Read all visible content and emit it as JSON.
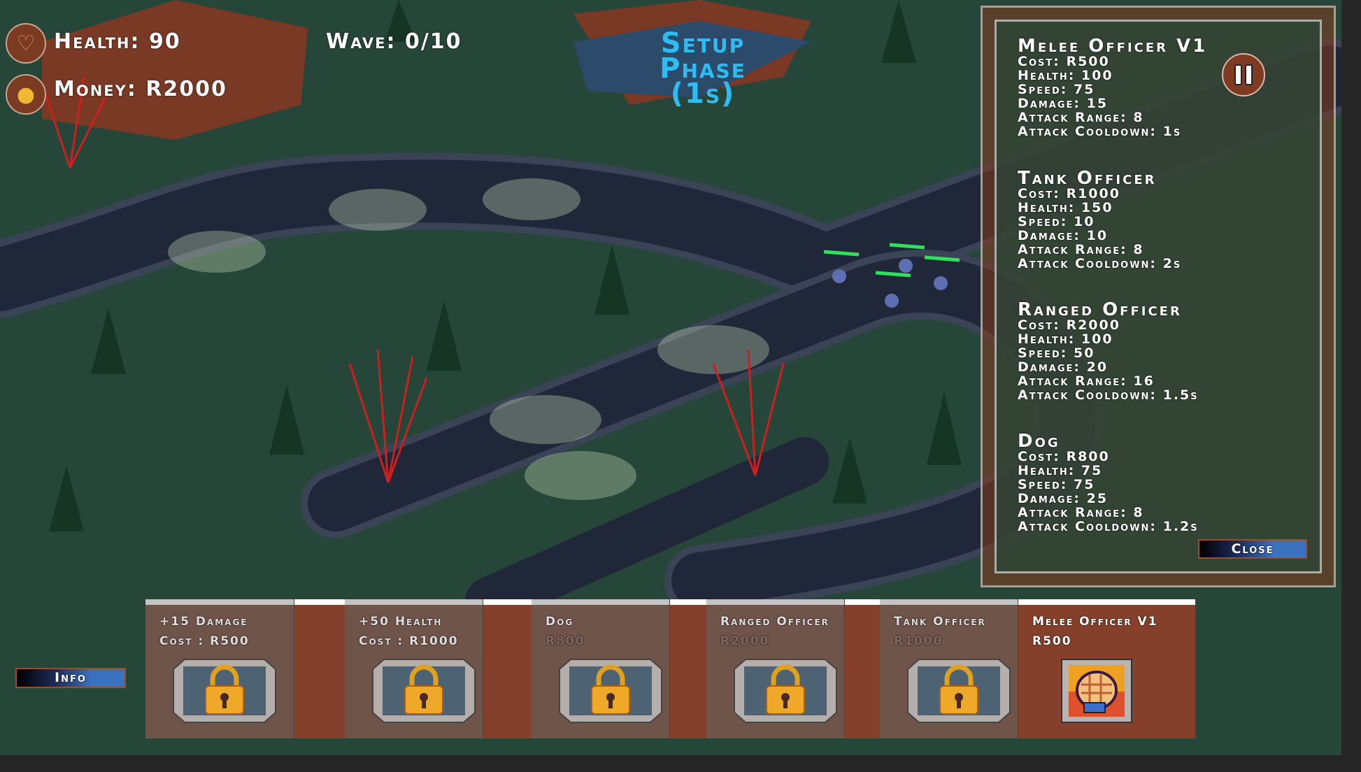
{
  "hud": {
    "health_label": "Health: 90",
    "money_label": "Money: R2000",
    "wave_label": "Wave: 0/10",
    "phase_line1": "Setup",
    "phase_line2": "Phase",
    "phase_timer": "(1s)"
  },
  "info_panel": {
    "units": [
      {
        "name": "Melee Officer V1",
        "stats": [
          "Cost: R500",
          "Health: 100",
          "Speed: 75",
          "Damage: 15",
          "Attack Range: 8",
          "Attack Cooldown: 1s"
        ]
      },
      {
        "name": "Tank Officer",
        "stats": [
          "Cost: R1000",
          "Health: 150",
          "Speed: 10",
          "Damage: 10",
          "Attack Range: 8",
          "Attack Cooldown: 2s"
        ]
      },
      {
        "name": "Ranged Officer",
        "stats": [
          "Cost: R2000",
          "Health: 100",
          "Speed: 50",
          "Damage: 20",
          "Attack Range: 16",
          "Attack Cooldown: 1.5s"
        ]
      },
      {
        "name": "Dog",
        "stats": [
          "Cost: R800",
          "Health: 75",
          "Speed: 75",
          "Damage: 25",
          "Attack Range: 8",
          "Attack Cooldown: 1.2s"
        ]
      }
    ],
    "close_label": "Close"
  },
  "info_button": "Info",
  "shop": {
    "cards": [
      {
        "title": "+15 Damage",
        "cost": "Cost : R500",
        "icon": "lock-icon",
        "locked": true
      },
      {
        "title": "+50 Health",
        "cost": "Cost : R1000",
        "icon": "lock-icon",
        "locked": true
      },
      {
        "title": "Dog",
        "cost": "R800",
        "icon": "lock-icon",
        "locked": true
      },
      {
        "title": "Ranged Officer",
        "cost": "R2000",
        "icon": "lock-icon",
        "locked": true
      },
      {
        "title": "Tank Officer",
        "cost": "R1000",
        "icon": "lock-icon",
        "locked": true
      },
      {
        "title": "Melee Officer V1",
        "cost": "R500",
        "icon": "fist-icon",
        "locked": false
      }
    ]
  },
  "colors": {
    "accent_phase": "#2dbdf5",
    "panel_brown": "#84402a",
    "grass": "#27463a"
  }
}
